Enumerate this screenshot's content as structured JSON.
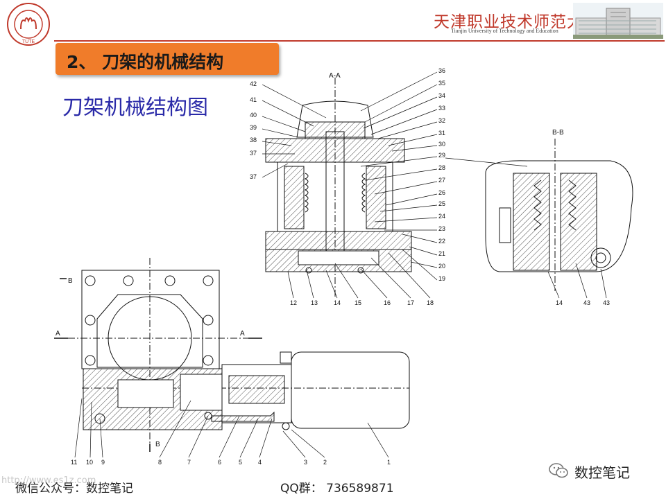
{
  "header": {
    "logo_text": "TUTE",
    "university_name_cn": "天津职业技术师范大学",
    "university_name_en": "Tianjin University of Technology and Education"
  },
  "slide": {
    "title": "2、 刀架的机械结构",
    "subtitle": "刀架机械结构图"
  },
  "drawing": {
    "section_aa": "A-A",
    "section_bb": "B-B",
    "mark_a": "A",
    "mark_b": "B",
    "callouts_aa_left": [
      "42",
      "41",
      "40",
      "39",
      "38",
      "37",
      "37"
    ],
    "callouts_aa_right": [
      "36",
      "35",
      "34",
      "33",
      "32",
      "31",
      "30",
      "29",
      "28",
      "27",
      "26",
      "25",
      "24",
      "23",
      "22",
      "21",
      "20",
      "19"
    ],
    "callouts_aa_bottom": [
      "12",
      "13",
      "14",
      "15",
      "16",
      "17",
      "18"
    ],
    "callouts_bb_bottom": [
      "14",
      "43",
      "43"
    ],
    "callouts_bottom": [
      "11",
      "10",
      "9",
      "8",
      "7",
      "6",
      "5",
      "4",
      "3",
      "2",
      "1"
    ]
  },
  "footer": {
    "wechat_label": "微信公众号：数控笔记",
    "qq_label": "QQ群：  736589871",
    "watermark": "http://www.es1z.com",
    "account_name": "数控笔记"
  }
}
